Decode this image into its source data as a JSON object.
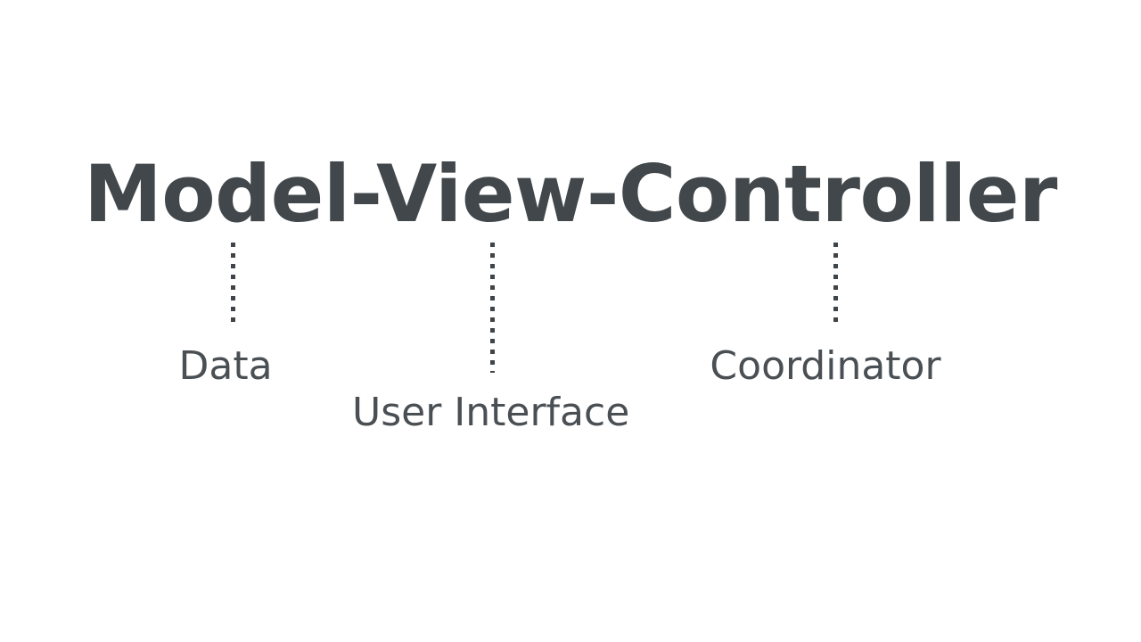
{
  "slide": {
    "background_color": "#ffffff",
    "title": "Model-View-Controller",
    "title_color": "#41474b",
    "label_color": "#4a4f54",
    "connector_color": "#3f4448",
    "branches": [
      {
        "term": "Model",
        "label": "Data",
        "connector_name": "connector-data"
      },
      {
        "term": "View",
        "label": "User Interface",
        "connector_name": "connector-user-interface"
      },
      {
        "term": "Controller",
        "label": "Coordinator",
        "connector_name": "connector-coordinator"
      }
    ]
  }
}
